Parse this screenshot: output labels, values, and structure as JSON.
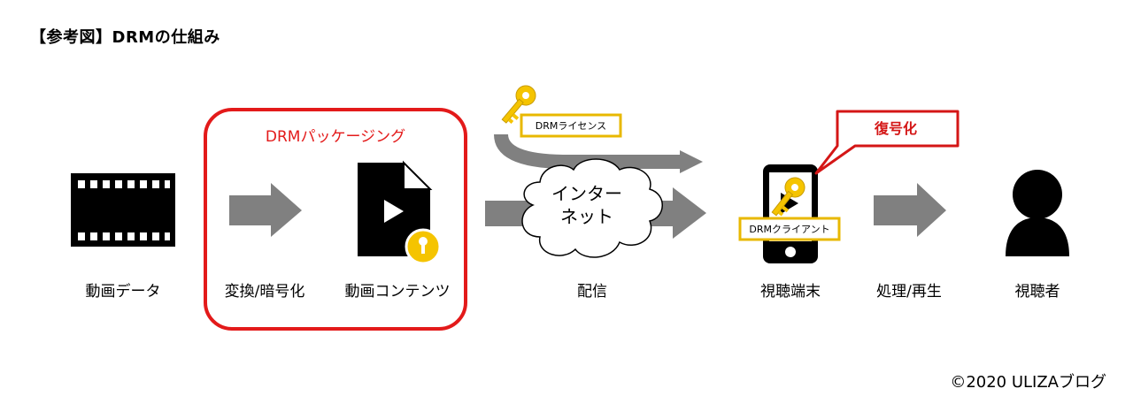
{
  "title": "【参考図】DRMの仕組み",
  "credit": "©2020 ULIZAブログ",
  "packaging_label": "DRMパッケージング",
  "license_label": "DRMライセンス",
  "client_label": "DRMクライアント",
  "decrypt_label": "復号化",
  "cloud": {
    "line1": "インター",
    "line2": "ネット"
  },
  "steps": {
    "video_data": "動画データ",
    "convert_encrypt": "変換/暗号化",
    "content": "動画コンテンツ",
    "delivery": "配信",
    "device": "視聴端末",
    "process_play": "処理/再生",
    "viewer": "視聴者"
  },
  "colors": {
    "accent_red": "#e31a1a",
    "key_gold": "#f5c400",
    "arrow_gray": "#808080"
  },
  "icons": [
    "film-strip-icon",
    "document-play-icon",
    "key-icon",
    "smartphone-icon",
    "person-icon",
    "cloud-icon",
    "arrow-icon"
  ]
}
